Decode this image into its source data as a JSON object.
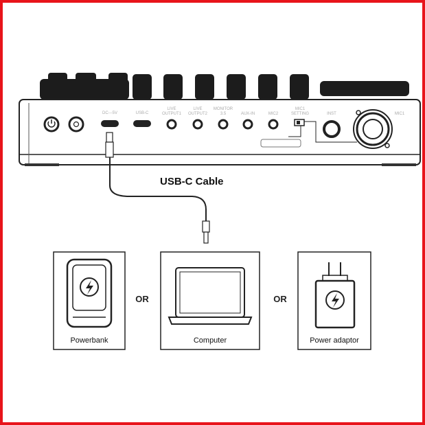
{
  "device": {
    "ports": {
      "dc": "DC---5V",
      "usbc": "USB-C",
      "live1_a": "LIVE",
      "live1_b": "OUTPUT1",
      "live2_a": "LIVE",
      "live2_b": "OUTPUT2",
      "monitor_a": "MONITOR",
      "monitor_b": "3.5",
      "aux": "AUX-IN",
      "mic2": "MIC2",
      "mic1set_a": "MIC1",
      "mic1set_b": "SETTING",
      "inst": "INST",
      "mic1": "MIC1"
    }
  },
  "cable_label": "USB-C Cable",
  "options": [
    {
      "label": "Powerbank"
    },
    {
      "label": "Computer"
    },
    {
      "label": "Power adaptor"
    }
  ],
  "or_label": "OR",
  "colors": {
    "border": "#e8141b"
  }
}
